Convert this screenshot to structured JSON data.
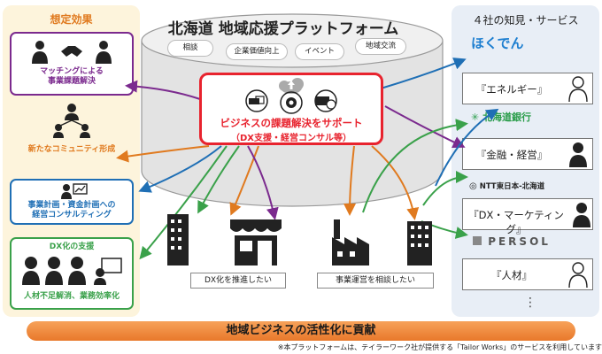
{
  "left": {
    "title": "想定効果",
    "effects": [
      {
        "label": "マッチングによる\n事業課題解決",
        "color": "#7b2a8e"
      },
      {
        "label": "新たなコミュニティ形成",
        "color": "#e07a1f"
      },
      {
        "label": "事業計画・資金計画への\n経営コンサルティング",
        "color": "#1f6fb5"
      },
      {
        "header": "DX化の支援",
        "label": "人材不足解消、業務効率化",
        "color": "#3aa14a"
      }
    ]
  },
  "center": {
    "title": "北海道 地域応援プラットフォーム",
    "tags": [
      "相談",
      "企業価値向上",
      "イベント",
      "地域交流"
    ],
    "main_text": "ビジネスの課題解決をサポート",
    "sub_text": "（DX支援・経営コンサル等）",
    "needs": [
      "DX化を推進したい",
      "事業運営を相談したい"
    ]
  },
  "right": {
    "title": "４社の知見・サービス",
    "partners": [
      {
        "logo": "ほくでん",
        "label": "『エネルギー』",
        "logo_color": "#1e7fd0"
      },
      {
        "logo": "北海道銀行",
        "label": "『金融・経営』",
        "logo_color": "#2a9d4a"
      },
      {
        "logo": "NTT東日本-北海道",
        "label": "『DX・マーケティング』",
        "logo_color": "#222222"
      },
      {
        "logo": "PERSOL",
        "label": "『人材』",
        "logo_color": "#555555"
      }
    ],
    "more": "⋮"
  },
  "banner": "地域ビジネスの活性化に貢献",
  "footnote": "※本プラットフォームは、テイラーワーク社が提供する「Tailor Works」のサービスを利用しています",
  "colors": {
    "red": "#e8232e",
    "orange": "#e07a1f",
    "purple": "#7b2a8e",
    "blue": "#1f6fb5",
    "green": "#3aa14a",
    "banner": "#f08c3a"
  }
}
